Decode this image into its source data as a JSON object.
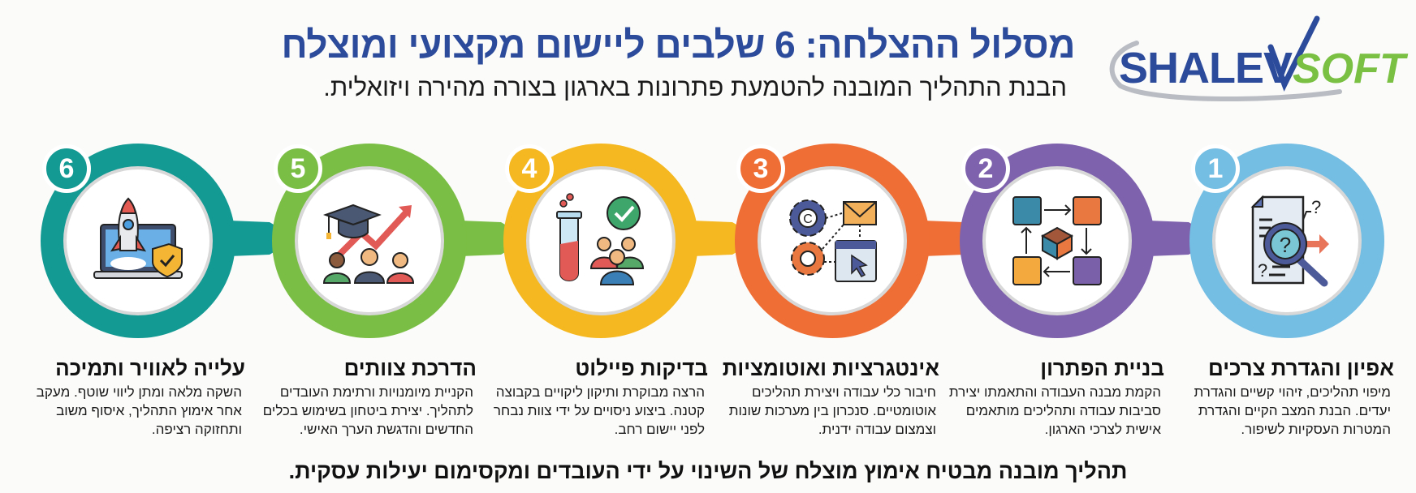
{
  "header": {
    "title": "מסלול ההצלחה: 6 שלבים ליישום מקצועי ומוצלח",
    "subtitle": "הבנת התהליך המובנה להטמעת פתרונות בארגון בצורה מהירה ויזואלית.",
    "logo": {
      "part1": "SHALEV",
      "part2": "SOFT",
      "color_primary": "#2c4b9b",
      "color_secondary": "#7ac143"
    }
  },
  "steps": [
    {
      "number": "1",
      "title": "אפיון והגדרת צרכים",
      "description": "מיפוי תהליכים, זיהוי קשיים והגדרת יעדים. הבנת המצב הקיים והגדרת המטרות העסקיות לשיפור.",
      "icon": "document-magnifier-icon",
      "color": "#74bde3"
    },
    {
      "number": "2",
      "title": "בניית הפתרון",
      "description": "הקמת מבנה העבודה והתאמתו יצירת סביבות עבודה ותהליכים מותאמים אישית לצרכי הארגון.",
      "icon": "puzzle-cube-icon",
      "color": "#7f62ad"
    },
    {
      "number": "3",
      "title": "אינטגרציות ואוטומציות",
      "description": "חיבור כלי עבודה ויצירת תהליכים אוטומטיים. סנכרון בין מערכות שונות וצמצום עבודה ידנית.",
      "icon": "gears-automation-icon",
      "color": "#ee6e35"
    },
    {
      "number": "4",
      "title": "בדיקות פיילוט",
      "description": "הרצה מבוקרת ותיקון ליקויים בקבוצה קטנה. ביצוע ניסויים על ידי צוות נבחר לפני יישום רחב.",
      "icon": "test-tube-team-icon",
      "color": "#f6b820"
    },
    {
      "number": "5",
      "title": "הדרכת צוותים",
      "description": "הקניית מיומנויות ורתימת העובדים לתהליך. יצירת ביטחון בשימוש בכלים החדשים והדגשת הערך האישי.",
      "icon": "graduation-growth-icon",
      "color": "#7bbe45"
    },
    {
      "number": "6",
      "title": "עלייה לאוויר ותמיכה",
      "description": "השקה מלאה ומתן ליווי שוטף. מעקב אחר אימוץ התהליך, איסוף משוב ותחזוקה רציפה.",
      "icon": "rocket-launch-icon",
      "color": "#139a93"
    }
  ],
  "footer": {
    "text": "תהליך מובנה מבטיח אימוץ מוצלח של השינוי על ידי העובדים ומקסימום יעילות עסקית."
  }
}
